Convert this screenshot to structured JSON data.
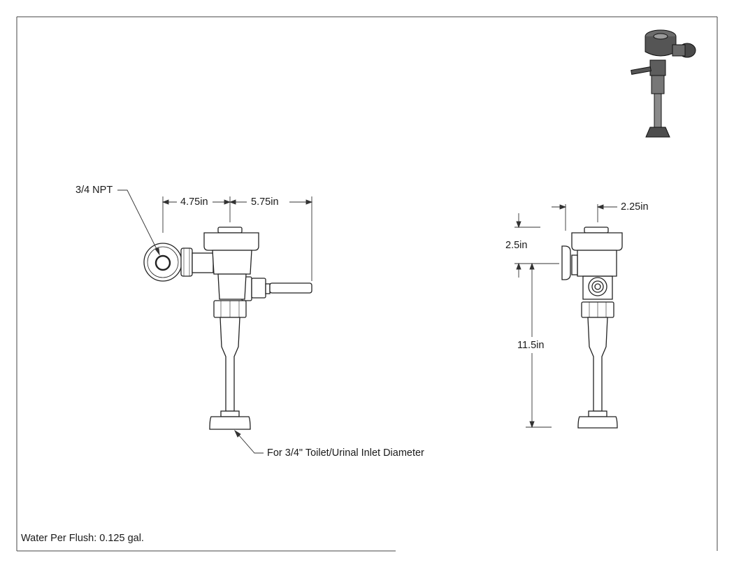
{
  "callouts": {
    "inlet_thread": "3/4 NPT",
    "inlet_diameter": "For 3/4\" Toilet/Urinal Inlet Diameter"
  },
  "dimensions": {
    "front_left_width": "4.75in",
    "front_right_width": "5.75in",
    "side_top_width": "2.25in",
    "side_offset_height": "2.5in",
    "side_total_height": "11.5in"
  },
  "footer": {
    "water_per_flush": "Water Per Flush: 0.125 gal."
  }
}
